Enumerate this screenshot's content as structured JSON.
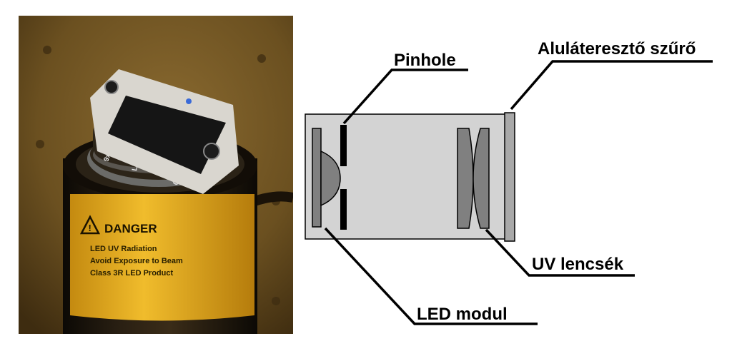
{
  "photo": {
    "danger_title": "DANGER",
    "warning_lines": [
      "LED UV Radiation",
      "Avoid Exposure to Beam",
      "Class 3R LED Product"
    ],
    "pcb_text": [
      "9x28g",
      "LED",
      "Kb",
      "0S1"
    ]
  },
  "diagram": {
    "labels": {
      "pinhole": "Pinhole",
      "filter": "Aluláteresztő szűrő",
      "lenses": "UV lencsék",
      "led_module": "LED modul"
    }
  },
  "colors": {
    "housing_fill": "#d3d3d3",
    "part_fill": "#808080",
    "outline": "#000000",
    "photo_bg": "#6b5020",
    "label_yellow": "#e2a81c"
  }
}
